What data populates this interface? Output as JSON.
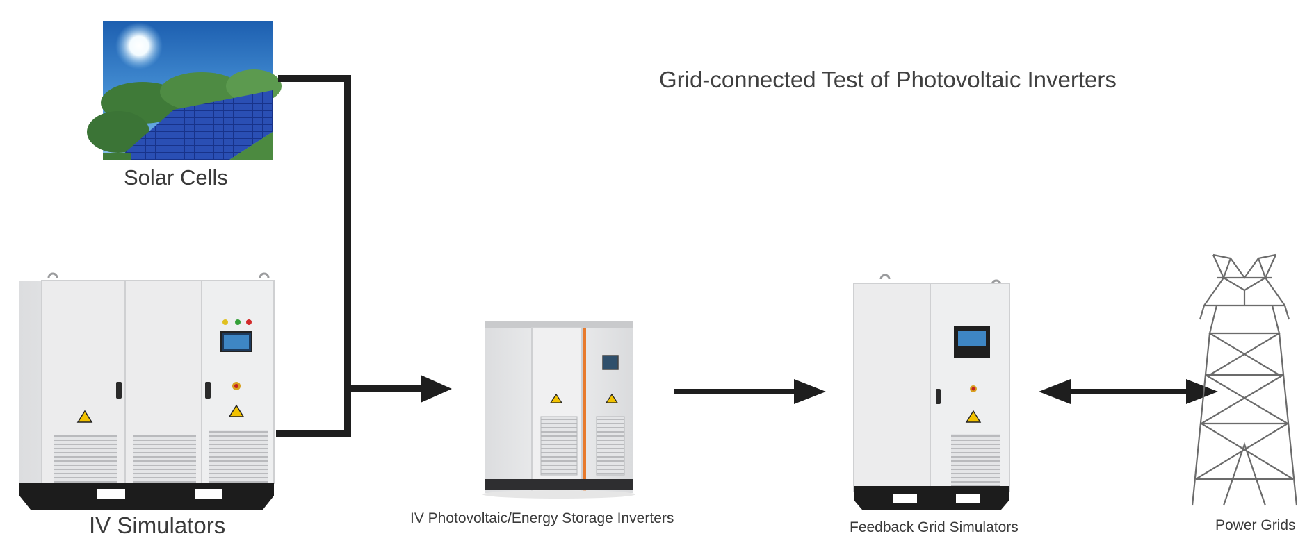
{
  "title": "Grid-connected Test of Photovoltaic Inverters",
  "nodes": {
    "solar_cells": "Solar Cells",
    "iv_simulators": "IV Simulators",
    "inverters": "IV Photovoltaic/Energy Storage Inverters",
    "feedback": "Feedback Grid Simulators",
    "power_grids": "Power Grids"
  },
  "colors": {
    "connector": "#1e1e1e",
    "cabinet": "#e9eaeb",
    "cabinet_shadow": "#cfd0d2",
    "base": "#1c1c1c",
    "warning": "#f2c200",
    "accent_orange": "#e87a2c",
    "screen": "#2f7fb8"
  }
}
